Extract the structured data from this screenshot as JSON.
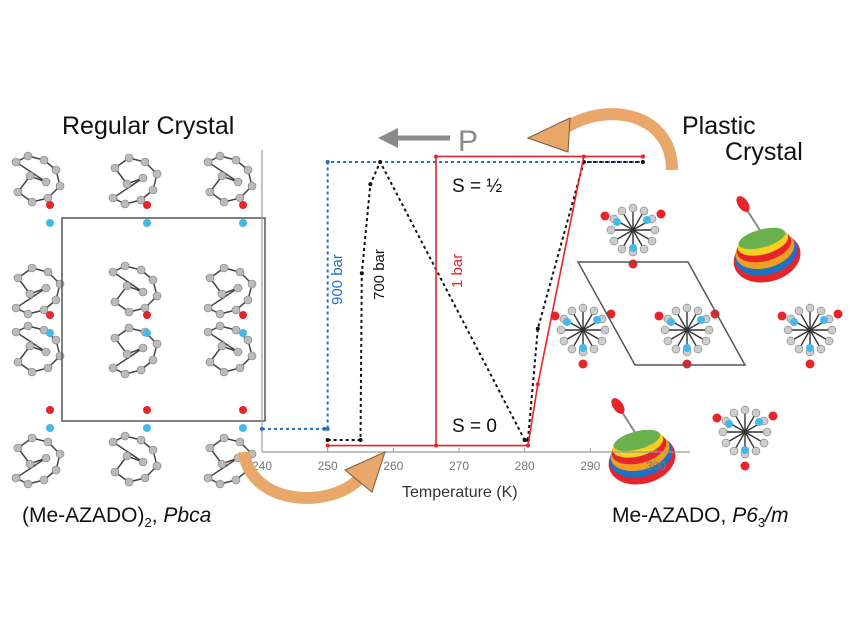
{
  "labels": {
    "left_title": "Regular Crystal",
    "right_title_line1": "Plastic",
    "right_title_line2": "Crystal",
    "left_caption_main": "(Me-AZADO)",
    "left_caption_sub": "2",
    "left_caption_sep": ", ",
    "left_caption_group": "Pbca",
    "right_caption_main": "Me-AZADO, ",
    "right_caption_group_a": "P6",
    "right_caption_sub": "3",
    "right_caption_group_b": "/m",
    "pressure_arrow": "P"
  },
  "colors": {
    "p900": "#1f6fc4",
    "p700": "#111111",
    "p1": "#e8232a",
    "arrow": "#e9a76b",
    "axis": "#999999"
  },
  "chart_data": {
    "type": "line",
    "title": "",
    "xlabel": "Temperature (K)",
    "ylabel": "",
    "xlim": [
      240,
      300
    ],
    "ylim": [
      0,
      0.5
    ],
    "xticks": [
      240,
      250,
      260,
      270,
      280,
      290,
      300
    ],
    "xtick_labels": [
      "240",
      "250",
      "260",
      "270",
      "280",
      "290",
      "300"
    ],
    "annotations": {
      "high": "S = ½",
      "low": "S = 0"
    },
    "series": [
      {
        "name": "900 bar",
        "style": "dashed",
        "color": "#1f6fc4",
        "x": [
          240,
          249.5,
          250,
          250,
          298
        ],
        "y": [
          0.02,
          0.02,
          0.02,
          0.5,
          0.5
        ]
      },
      {
        "name": "700 bar",
        "style": "dashed",
        "color": "#111111",
        "x": [
          250,
          255,
          255.2,
          256.5,
          258,
          280,
          280.5,
          282,
          289,
          298
        ],
        "y": [
          0,
          0,
          0.3,
          0.46,
          0.5,
          0,
          0,
          0.2,
          0.5,
          0.5
        ]
      },
      {
        "name": "1 bar",
        "style": "solid",
        "color": "#e8232a",
        "x": [
          250,
          266.5,
          266.5,
          298,
          298,
          289,
          282,
          280.5,
          266.5
        ],
        "y": [
          -0.01,
          -0.01,
          0.51,
          0.51,
          0.51,
          0.51,
          0.1,
          -0.01,
          -0.01
        ]
      }
    ]
  }
}
